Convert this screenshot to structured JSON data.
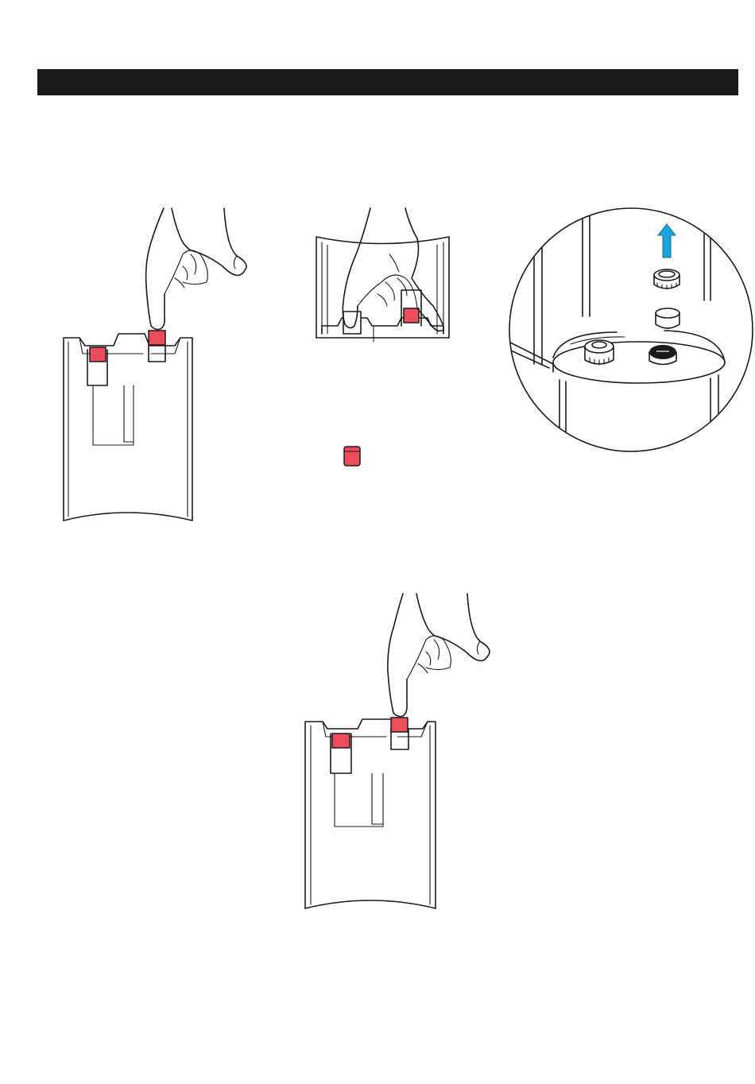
{
  "page": {
    "background": "#ffffff"
  },
  "header": {
    "color": "#1a1a1a",
    "title": ""
  },
  "colors": {
    "cap_red": "#ee4b5b",
    "arrow_blue": "#1aa3df",
    "outline": "#1a1a1a"
  },
  "illustrations": [
    {
      "name": "press-hot-tap-step",
      "icons": [
        "dispenser-front-icon",
        "pointing-hand-icon",
        "red-tap-cap-icon"
      ]
    },
    {
      "name": "remove-tap-cap-step",
      "icons": [
        "dispenser-front-icon",
        "hand-icon",
        "red-tap-cap-icon"
      ]
    },
    {
      "name": "lift-valve-detail-step",
      "icons": [
        "reservoir-detail-icon",
        "up-arrow-icon",
        "valve-cap-icon"
      ]
    },
    {
      "name": "press-tap-again-step",
      "icons": [
        "dispenser-front-icon",
        "pointing-hand-icon",
        "red-tap-cap-icon"
      ]
    }
  ]
}
